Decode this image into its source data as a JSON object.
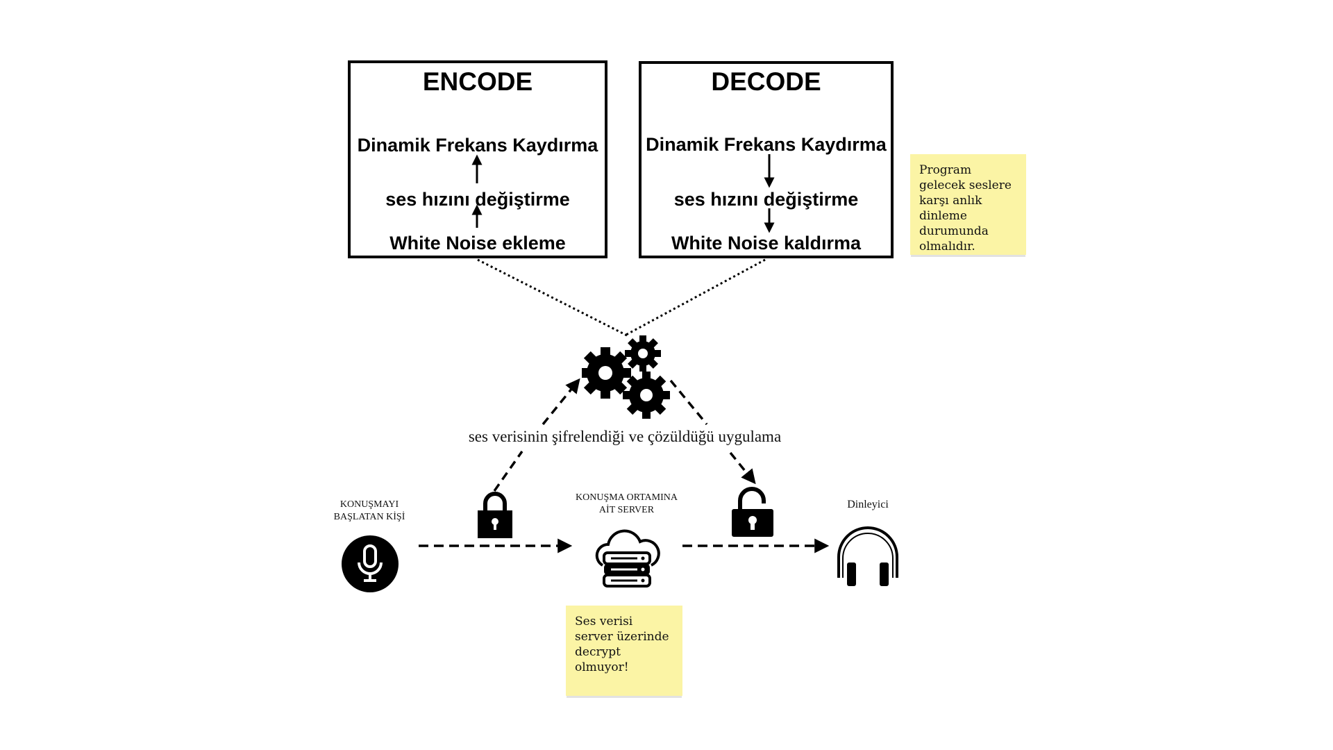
{
  "encode": {
    "title": "ENCODE",
    "steps": [
      "Dinamik Frekans Kaydırma",
      "ses hızını değiştirme",
      "White Noise ekleme"
    ]
  },
  "decode": {
    "title": "DECODE",
    "steps": [
      "Dinamik Frekans Kaydırma",
      "ses hızını değiştirme",
      "White Noise kaldırma"
    ]
  },
  "app_label": "ses verisinin şifrelendiği ve çözüldüğü uygulama",
  "speaker_label": [
    "KONUŞMAYI",
    "BAŞLATAN KİŞİ"
  ],
  "server_label": [
    "KONUŞMA ORTAMINA",
    "AİT SERVER"
  ],
  "listener_label": "Dinleyici",
  "notes": {
    "top_right": "Program gelecek seslere karşı anlık dinleme durumunda olmalıdır.",
    "bottom": "Ses verisi server üzerinde decrypt olmuyor!"
  },
  "icons": [
    "gears-icon",
    "lock-closed-icon",
    "lock-open-icon",
    "microphone-icon",
    "cloud-server-icon",
    "headphones-icon"
  ],
  "colors": {
    "sticky": "#fbf4a5",
    "stroke": "#000000"
  }
}
